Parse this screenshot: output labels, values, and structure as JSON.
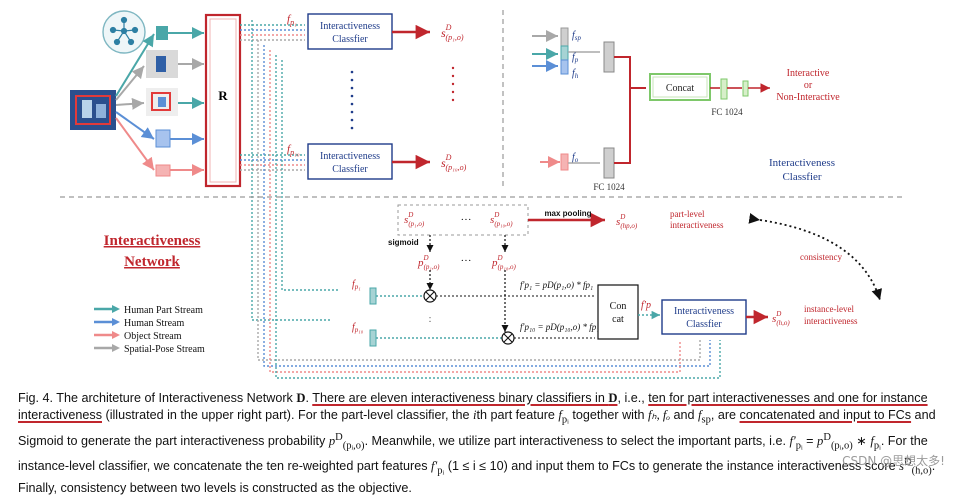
{
  "colors": {
    "red": "#c0262d",
    "navy": "#1f3c8a",
    "teal": "#4aa7a8",
    "blue": "#5b8fd6",
    "pink": "#ef8a8a",
    "gray": "#a8a8a8",
    "green": "#7ec86a"
  },
  "diagram": {
    "r_block": "R",
    "classifier_label_1": "Interactiveness",
    "classifier_label_2": "Classfier",
    "f_p1": "f",
    "f_p1_sub": "p₁",
    "f_p10": "f",
    "f_p10_sub": "p₁₀",
    "s_top": "s",
    "s_top_sup": "D",
    "s_top_sub": "(p₁,o)",
    "s_bot": "s",
    "s_bot_sup": "D",
    "s_bot_sub": "(p₁₀,o)",
    "right_fsp": "f",
    "right_fsp_sub": "sp",
    "right_fp": "f",
    "right_fp_sub": "p",
    "right_fh": "f",
    "right_fh_sub": "h",
    "right_fo": "f",
    "right_fo_sub": "o",
    "concat_label": "Concat",
    "fc1024_a": "FC 1024",
    "fc1024_b": "FC 1024",
    "output_line1": "Interactive",
    "output_line2": "or",
    "output_line3": "Non-Interactive",
    "ic_caption_1": "Interactiveness",
    "ic_caption_2": "Classfier",
    "sigmoid_label": "sigmoid",
    "maxpool_label": "max pooling",
    "s_hp": "s",
    "s_hp_sup": "D",
    "s_hp_sub": "(hp,o)",
    "part_level_1": "part-level",
    "part_level_2": "interactiveness",
    "consistency": "consistency",
    "instance_level_1": "instance-level",
    "instance_level_2": "interactiveness",
    "s_ho": "s",
    "s_ho_sup": "D",
    "s_ho_sub": "(h,o)",
    "p_top": "p",
    "p_top_sup": "D",
    "p_top_sub": "(p₁,o)",
    "p_bot": "p",
    "p_bot_sup": "D",
    "p_bot_sub": "(p₁₀,o)",
    "reweight_1": "f′p₁ = pD(p₁,o) * fp₁",
    "reweight_2": "f′p₁₀ = pD(p₁₀,o) * fp₁₀",
    "concat2_line1": "Con",
    "concat2_line2": "cat",
    "fp_prime": "f′p",
    "dots": "···",
    "network_title_1": "Interactiveness",
    "network_title_2": "Network",
    "legend": [
      {
        "label": "Human Part Stream",
        "color": "#4aa7a8"
      },
      {
        "label": "Human Stream",
        "color": "#5b8fd6"
      },
      {
        "label": "Object  Stream",
        "color": "#ef8a8a"
      },
      {
        "label": "Spatial-Pose Stream",
        "color": "#a8a8a8"
      }
    ]
  },
  "caption": {
    "a": "Fig. 4. The architeture of Interactiveness Network ",
    "b": "D",
    "c": ". ",
    "d": "There are eleven interactiveness binary classifiers in ",
    "e": "D",
    "f": ", i.e., ",
    "g": "ten for part interactivenesses and one for instance interactiveness",
    "h": " (illustrated in the upper right part). For the part-level classifier, the ",
    "i": "i",
    "j": "th part feature ",
    "k": "f",
    "k_sub": "pᵢ",
    "l": " together with ",
    "m": "fₕ, fₒ",
    "n": " and ",
    "o": "f",
    "o_sub": "sp",
    "p": ", are ",
    "q": "concatenated and input to FCs",
    "r": " and Sigmoid to generate the part interactiveness probability ",
    "s": "p",
    "s_sup": "D",
    "s_sub": "(pᵢ,o)",
    "t": ". Meanwhile, we utilize part interactiveness to select the important parts, i.e. ",
    "u": "f′",
    "u_sub": "pᵢ",
    "v": " = ",
    "w": "p",
    "w_sup": "D",
    "w_sub": "(pᵢ,o)",
    "x": " ∗ ",
    "y": "f",
    "y_sub": "pᵢ",
    "z": ". For the instance-level classifier, we concatenate the ten re-weighted part features ",
    "aa": "f′",
    "aa_sub": "pᵢ",
    "bb": " (1 ≤ i ≤ 10) and input them to FCs to generate the instance interactiveness score ",
    "cc": "s",
    "cc_sup": "D",
    "cc_sub": "(h,o)",
    "dd": ". Finally, consistency between two levels is constructed as the objective."
  },
  "watermark": "CSDN @思想太多!"
}
